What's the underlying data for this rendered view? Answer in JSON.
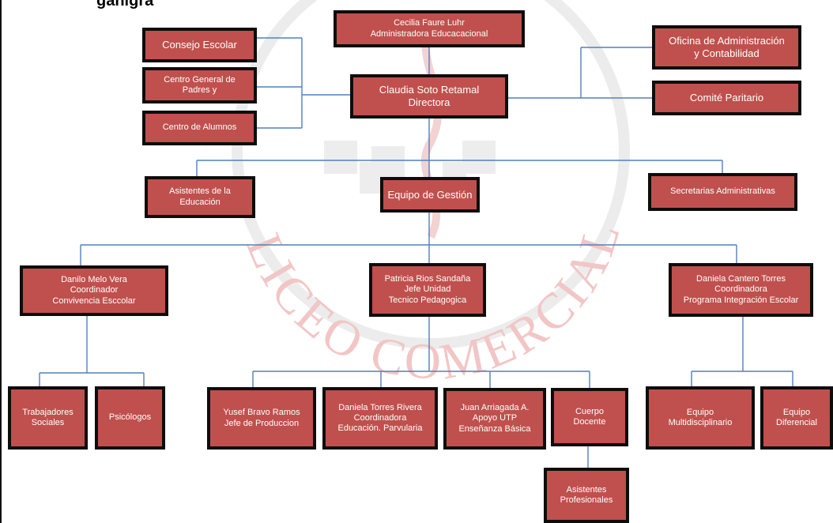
{
  "title_fragment": "ganigra",
  "watermark_text": "LICEO COMERCIAL",
  "colors": {
    "box_fill": "#c0504d",
    "box_border": "#0d0d0d",
    "connector": "#4f81bd",
    "watermark": "#f2c6c6"
  },
  "nodes": {
    "admin": "Cecilia Faure Luhr\nAdministradora Educacacional",
    "consejo": "Consejo Escolar",
    "padres": "Centro General de\nPadres y",
    "alumnos": "Centro de Alumnos",
    "directora": "Claudia Soto Retamal\nDirectora",
    "oficina": "Oficina de Administración\ny Contabilidad",
    "comite": "Comité Paritario",
    "asistentes_edu": "Asistentes de la\nEducación",
    "gestion": "Equipo de Gestión",
    "secretarias": "Secretarias Administrativas",
    "convivencia": "Danilo Melo Vera\nCoordinador\nConvivencia Esccolar",
    "utp": "Patricia Rios Sandaña\nJefe Unidad\nTecnico Pedagogica",
    "pie": "Daniela Cantero Torres\nCoordinadora\nPrograma Integración Escolar",
    "trabajadores": "Trabajadores\nSociales",
    "psicologos": "Psicólogos",
    "produccion": "Yusef Bravo Ramos\nJefe de Produccion",
    "parvularia": "Daniela Torres Rivera\nCoordinadora\nEducación. Parvularia",
    "basica": "Juan Arriagada A.\nApoyo UTP\nEnseñanza Básica",
    "docente": "Cuerpo\nDocente",
    "asistentes_prof": "Asistentes\nProfesionales",
    "multidisciplinario": "Equipo\nMultidisciplinario",
    "diferencial": "Equipo\nDiferencial"
  }
}
